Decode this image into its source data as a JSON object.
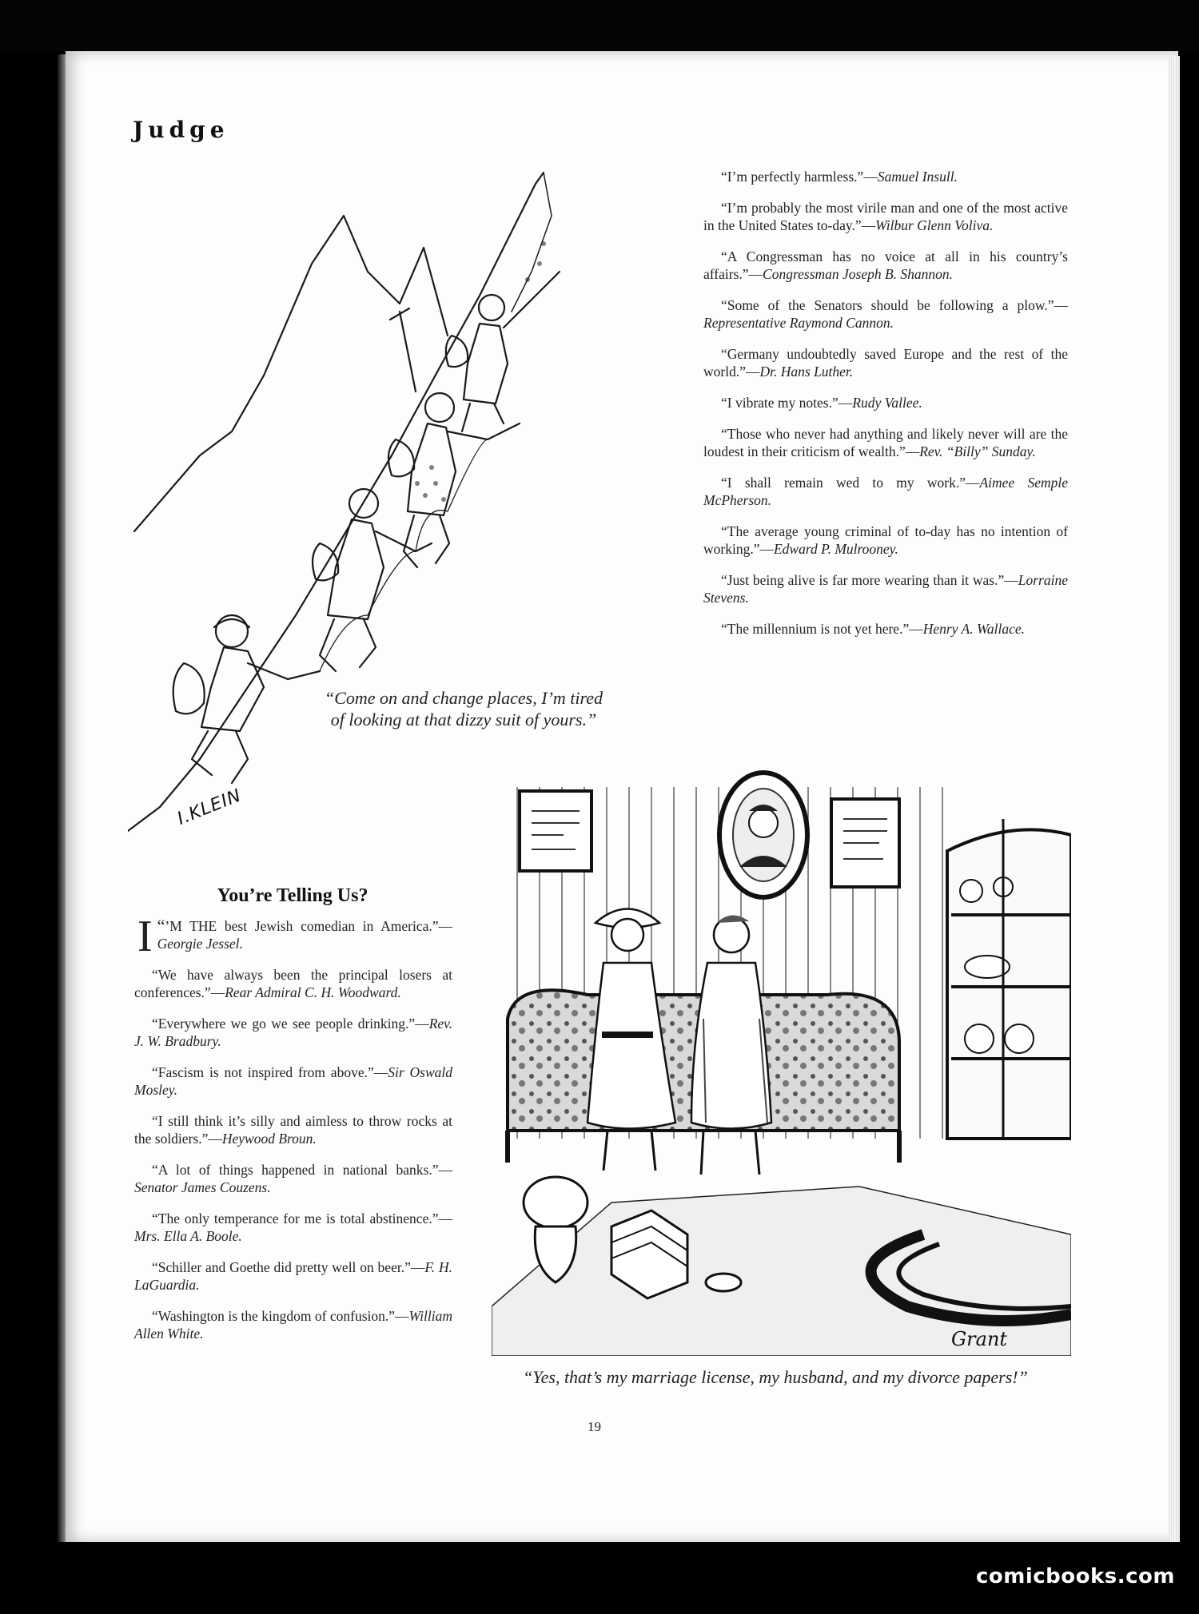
{
  "masthead": "Judge",
  "right_quotes": [
    {
      "text": "“I’m perfectly harmless.”—",
      "who": "Samuel Insull."
    },
    {
      "text": "“I’m probably the most virile man and one of the most active in the United States to-day.”—",
      "who": "Wilbur Glenn Voliva."
    },
    {
      "text": "“A Congressman has no voice at all in his country’s affairs.”—",
      "who": "Congressman Joseph B. Shannon."
    },
    {
      "text": "“Some of the Senators should be following a plow.”—",
      "who": "Representative Raymond Cannon."
    },
    {
      "text": "“Germany undoubtedly saved Europe and the rest of the world.”—",
      "who": "Dr. Hans Luther."
    },
    {
      "text": "“I vibrate my notes.”—",
      "who": "Rudy Vallee."
    },
    {
      "text": "“Those who never had anything and likely never will are the loudest in their criticism of wealth.”—",
      "who": "Rev. “Billy” Sunday."
    },
    {
      "text": "“I shall remain wed to my work.”—",
      "who": "Aimee Semple McPherson."
    },
    {
      "text": "“The average young criminal of to-day has no intention of working.”—",
      "who": "Edward P. Mulrooney."
    },
    {
      "text": "“Just being alive is far more wearing than it was.”—",
      "who": "Lorraine Stevens."
    },
    {
      "text": "“The millennium is not yet here.”—",
      "who": "Henry A. Wallace."
    }
  ],
  "section_title": "You’re Telling Us?",
  "first_quote": {
    "open": "“",
    "dropcap": "I",
    "text": "’M THE best Jewish comedian in America.”—",
    "who": "Georgie Jessel."
  },
  "left_quotes": [
    {
      "text": "“We have always been the principal losers at conferences.”—",
      "who": "Rear Admiral C. H. Woodward."
    },
    {
      "text": "“Everywhere we go we see people drinking.”—",
      "who": "Rev. J. W. Bradbury."
    },
    {
      "text": "“Fascism is not inspired from above.”—",
      "who": "Sir Oswald Mosley."
    },
    {
      "text": "“I still think it’s silly and aimless to throw rocks at the soldiers.”—",
      "who": "Heywood Broun."
    },
    {
      "text": "“A lot of things happened in national banks.”—",
      "who": "Senator James Couzens."
    },
    {
      "text": "“The only temperance for me is total abstinence.”—",
      "who": "Mrs. Ella A. Boole."
    },
    {
      "text": "“Schiller and Goethe did pretty well on beer.”—",
      "who": "F. H. LaGuardia."
    },
    {
      "text": "“Washington is the kingdom of confusion.”—",
      "who": "William Allen White."
    }
  ],
  "cartoon_1": {
    "caption": "“Come on and change places, I’m tired of looking at that dizzy suit of yours.”",
    "signature": "I.KLEIN"
  },
  "cartoon_2": {
    "caption": "“Yes, that’s my marriage license, my husband, and my divorce papers!”",
    "signature": "Grant"
  },
  "page_number": "19",
  "watermark": "comicbooks.com",
  "colors": {
    "paper": "#fdfdfb",
    "ink": "#1a1a1a",
    "scan_border": "#000000"
  }
}
